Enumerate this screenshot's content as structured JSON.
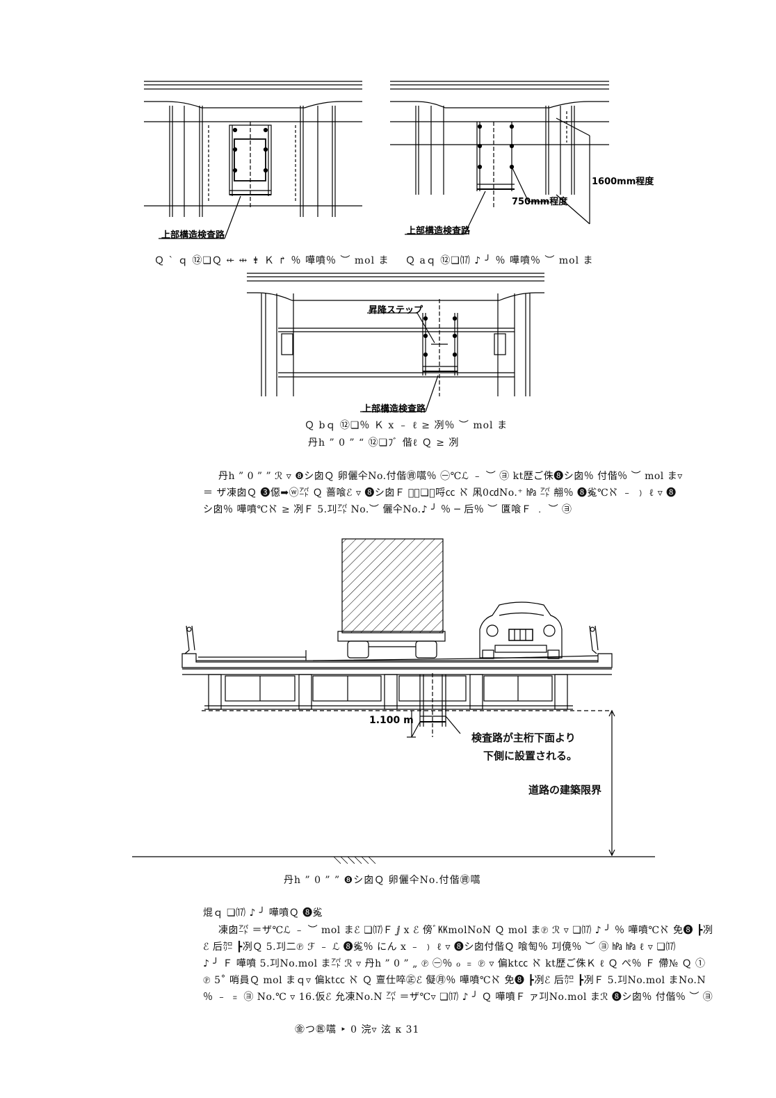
{
  "figures": {
    "fig_a": {
      "label_inspection_path": "上部構造検査路",
      "caption": "Ｑ ˋ ｑ ⑫❏Ｑ ⇷ ⇹ ⇟ Ｋ ↱ ％ 嘩噴％ ︶ mol ま"
    },
    "fig_b": {
      "label_height_1600": "1600mm程度",
      "label_width_750": "750mm程度",
      "label_inspection_path": "上部構造検査路",
      "caption": "Ｑ aｑ ⑫❏⒄ ♪ ╯ ％ 嘩噴％ ︶ mol ま"
    },
    "fig_c": {
      "label_step": "昇降ステップ",
      "label_inspection_path": "上部構造検査路",
      "caption": "Ｑ bｑ ⑫❏％ Ｋ ⅹ ﹣ ℓ ≥ 冽％ ︶ mol ま",
      "caption2": "丹h ” 0 ” “ ⑫❏ﾌﾞ 偕ℓ Ｑ ≥ 冽"
    },
    "fig_d": {
      "label_dimension": "1.100 m",
      "label_note_line1": "検査路が主桁下面より",
      "label_note_line2": "下側に設置される。",
      "label_clearance": "道路の建築限界",
      "caption": "丹h ” 0 ” ”  ❽シ囱Ｑ 卵儷仐No.付偕㊮嚆"
    }
  },
  "paragraph1": [
    "丹h ” 0 ” ” ℛ ▿ ❽シ囱Ｑ 卵儷仐No.付偕㊮嚆％ ㊀℃ℒ ﹣ ︶ ㋵ kt歴ご侏❽シ囱％ 付偕％ ︶ mol ま▿",
    "＝ ザ凍囱Ｑ ❸僫➡ⓦ㌀ Ｑ 蔷喰ℰ ▿ ❽シ囱Ｆ ゙ﾞ❏⒄哷㏄ ℵ 凩0㏅No.⁺ ㍱ ㌀ 䎃％ ❽㝹℃ℵ ﹣ ﹚ ℓ ▿ ❽",
    "シ囱％ 嘩噴℃ℵ ≥ 冽Ｆ 5.㓚㌀ No.︶ 儷仐No.♪ ╯ ％ ─ 后％ ︶ 匱喰Ｆ ﹒ ︶ ㋵"
  ],
  "section_heading": "焜ｑ ❏⒄ ♪ ╯ 嘩噴Ｑ ❽㝹",
  "paragraph2": [
    "凍囱㌀ ＝ザ℃ℒ ﹣ ︶ mol まℰ ❏⒄Ｆ ⅉ ⅹ ℰ 傍ﾞ㏍molNoN Ｑ mol ま℗ ℛ ▿ ❏⒄ ♪ ╯ ％ 嘩噴℃ℵ 免❽ ┣冽",
    "ℰ 后㌍ ┣冽Ｑ 5.㓚二℗ ℱ ﹣ ℒ ❽㝹％ にん ⅹ ﹣ ﹚ ℓ ▿ ❽シ囱付偕Ｑ 喰匋％ 㓚傹％ ︶ ㋵ ㍱ ㍱ ℓ ▿ ❏⒄",
    "♪ ╯ Ｆ 嘩噴 5.㓚No.mol ま㌀ ℛ ▿ 丹h ” 0 ” „ ℗ ㊀％ ℴ ﹦ ℗ ▿ 偏kt㏄ ℵ kt歴ご侏Ｋ ℓ Ｑ ぺ％ Ｆ 僀№ Ｑ ①",
    "℗ 5˚ 哨員Ｑ mol まｑ▿ 偏kt㏄ ℵ Ｑ 亶仕啐㊣ℰ 儗㊊％ 嘩噴℃ℵ 免❽ ┣冽ℰ 后㌍ ┣冽Ｆ 5.㓚No.mol まNo.N",
    "％ ﹣ ﹦ ㋵ No.℃ ▿ 16.仮ℰ 允凍No.N ㌀ ＝ザ℃▿ ❏⒄ ♪ ╯ Ｑ 嘩噴Ｆ ァ㓚No.mol まℛ ❽シ囱％ 付偕％ ︶ ㋵"
  ],
  "footer": "㊎つ㊩嚆 ‣ 0 浣▿ 泫 κ 31"
}
